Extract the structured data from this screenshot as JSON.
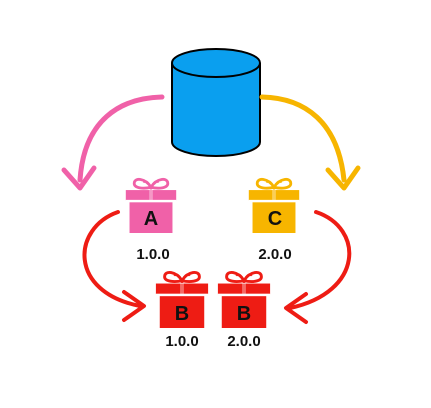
{
  "colors": {
    "database": "#0a9fef",
    "database_edge": "#000000",
    "pink": "#f061a8",
    "yellow": "#f7b500",
    "red": "#ee1c14",
    "text": "#111111"
  },
  "icons": {
    "database": "database-cylinder-icon",
    "package": "gift-box-icon",
    "arrow": "curved-arrow-icon"
  },
  "packages": [
    {
      "id": "a",
      "name": "A",
      "version": "1.0.0",
      "color": "pink"
    },
    {
      "id": "c",
      "name": "C",
      "version": "2.0.0",
      "color": "yellow"
    },
    {
      "id": "b1",
      "name": "B",
      "version": "1.0.0",
      "color": "red"
    },
    {
      "id": "b2",
      "name": "B",
      "version": "2.0.0",
      "color": "red"
    }
  ]
}
